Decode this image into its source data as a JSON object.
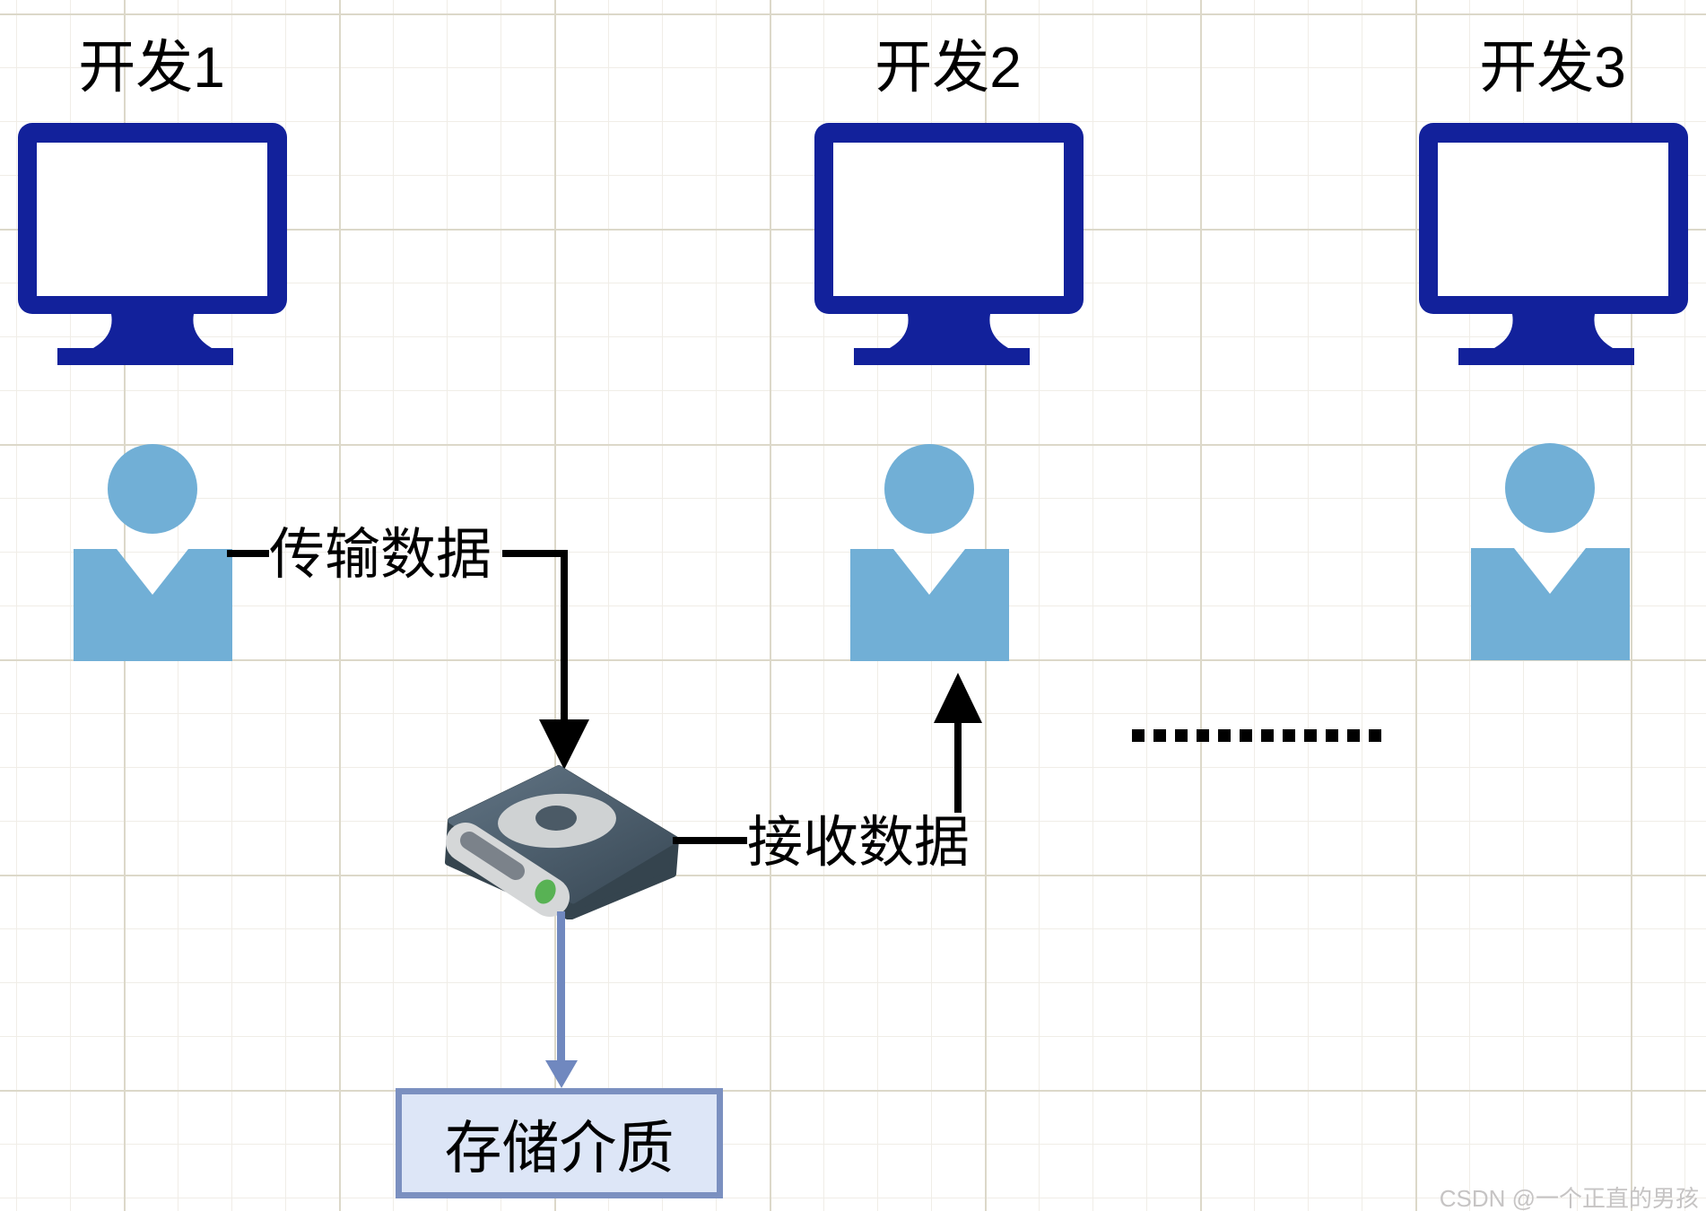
{
  "diagram": {
    "developers": [
      {
        "label": "开发1"
      },
      {
        "label": "开发2"
      },
      {
        "label": "开发3"
      }
    ],
    "edges": {
      "transmit_label": "传输数据",
      "receive_label": "接收数据"
    },
    "storage_box": {
      "label": "存储介质"
    },
    "ellipsis": {
      "count": 12
    },
    "watermark": "CSDN @一个正直的男孩",
    "colors": {
      "grid_minor": "#f0ede7",
      "grid_major": "#dcd8c9",
      "monitor": "#12219b",
      "person": "#71afd6",
      "arrow_black": "#000000",
      "arrow_blue": "#7088bf",
      "box_fill": "#dde6f7",
      "box_border": "#7b90c0",
      "device_top_light": "#617484",
      "device_top_dark": "#3b4b58",
      "device_body": "#35444e",
      "device_face": "#d5d7d8",
      "device_slot": "#7b828a",
      "device_led": "#58b254",
      "device_ring": "#cfd2d3",
      "device_hole": "#4b5a66"
    }
  }
}
